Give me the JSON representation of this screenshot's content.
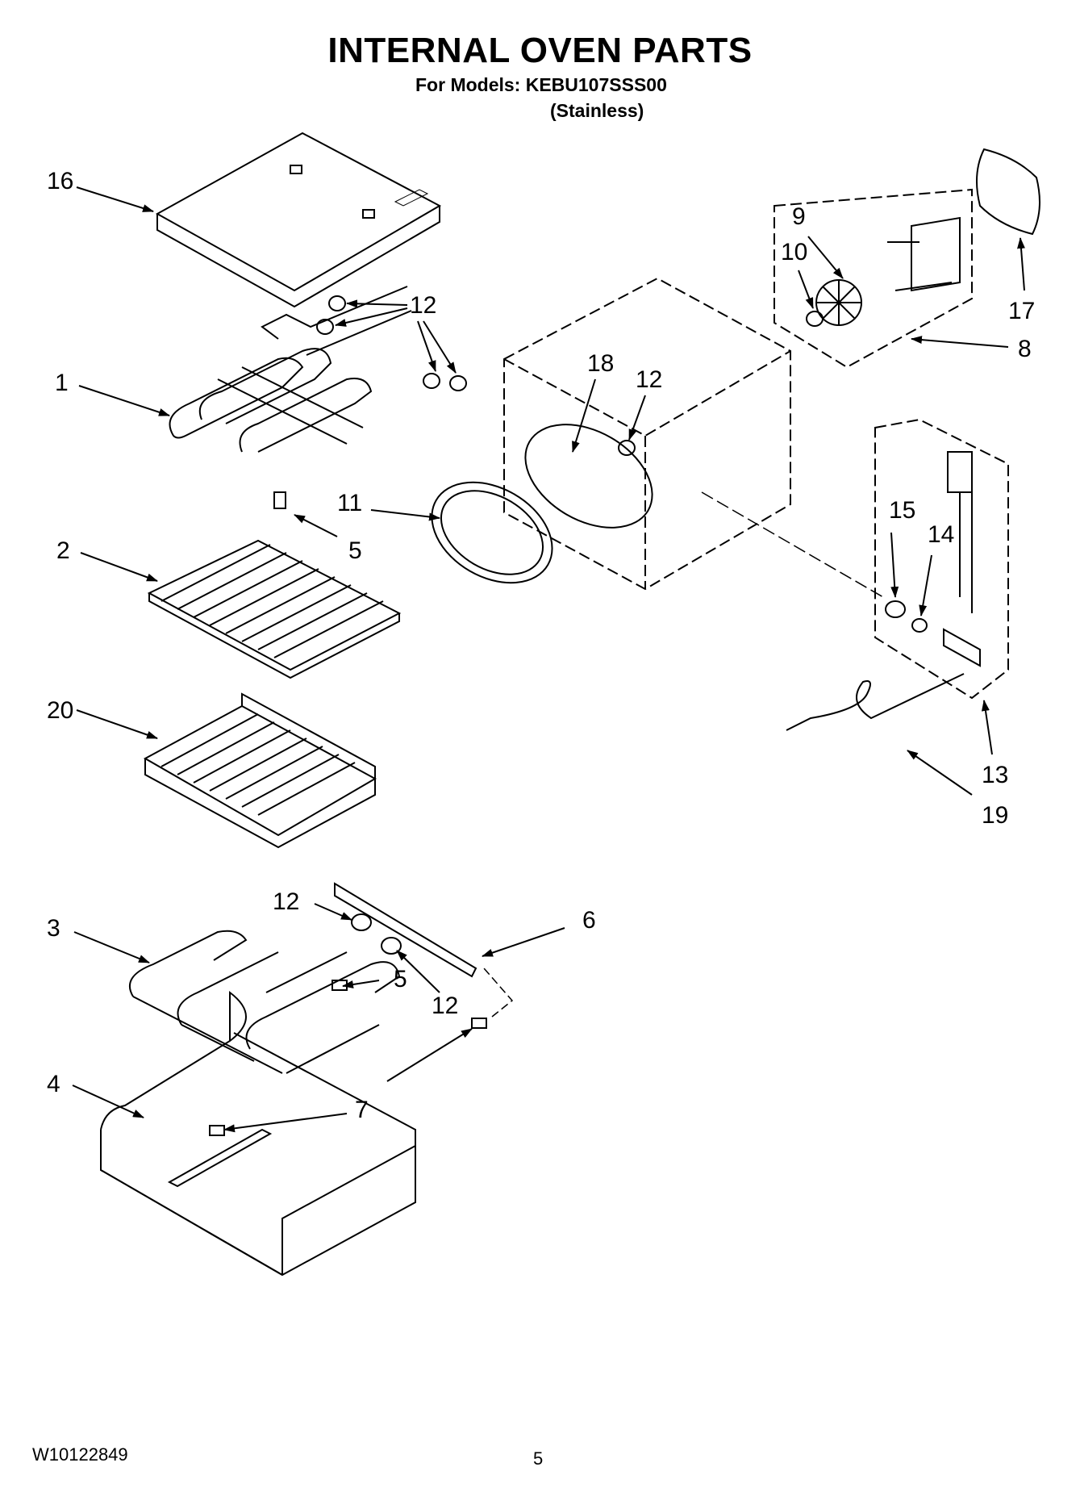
{
  "header": {
    "title": "INTERNAL OVEN PARTS",
    "models": "For Models: KEBU107SSS00",
    "finish": "(Stainless)"
  },
  "callouts": [
    "16",
    "12",
    "1",
    "5",
    "2",
    "20",
    "12",
    "3",
    "5",
    "12",
    "4",
    "7",
    "6",
    "11",
    "18",
    "12",
    "9",
    "10",
    "8",
    "17",
    "15",
    "14",
    "13",
    "19"
  ],
  "footer": {
    "doc_number": "W10122849",
    "page": "5"
  }
}
